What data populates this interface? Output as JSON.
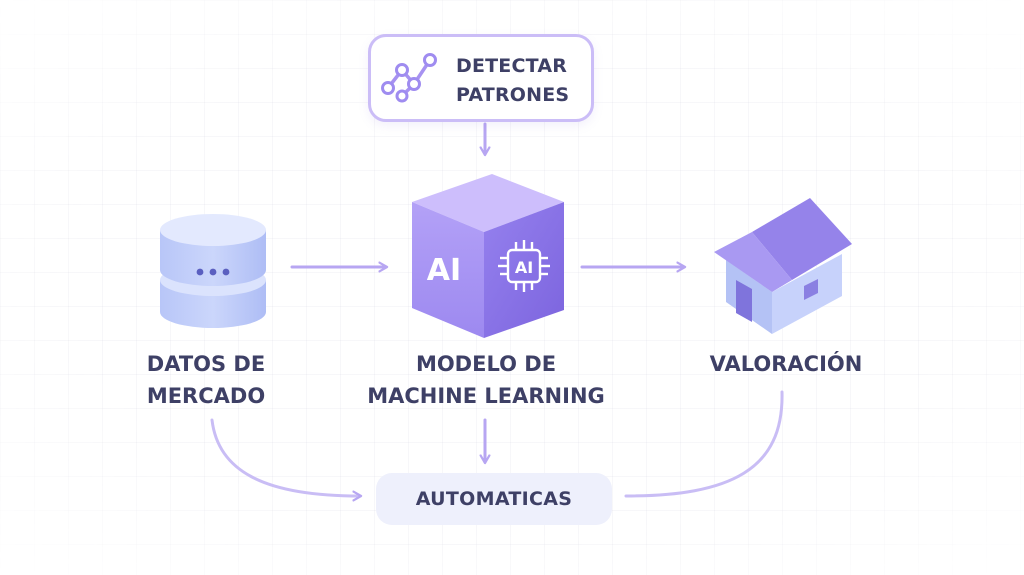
{
  "diagram": {
    "nodes": {
      "patterns": {
        "label": "DETECTAR\nPATRONES",
        "icon": "network-graph-icon"
      },
      "data": {
        "label": "DATOS DE\nMERCADO",
        "icon": "database-icon"
      },
      "model": {
        "label": "MODELO DE\nMACHINE LEARNING",
        "icon": "ai-cube-icon",
        "cube_text_left": "AI",
        "cube_text_right": "AI"
      },
      "valuation": {
        "label": "VALORACIÓN",
        "icon": "house-icon"
      },
      "automatic": {
        "label": "AUTOMATICAS"
      }
    },
    "edges": [
      {
        "from": "patterns",
        "to": "model"
      },
      {
        "from": "data",
        "to": "model"
      },
      {
        "from": "model",
        "to": "valuation"
      },
      {
        "from": "model",
        "to": "automatic"
      },
      {
        "from": "data",
        "to": "automatic"
      },
      {
        "from": "valuation",
        "to": "automatic"
      }
    ],
    "colors": {
      "accent": "#9f8cf0",
      "arrow": "#b7a6f2",
      "text": "#3e4066",
      "cube_top": "#c8b8fb",
      "cube_left": "#a995f4",
      "cube_right": "#8a73e6",
      "database": "#c7d3fb",
      "house_roof": "#9a86ec",
      "house_wall": "#bcc9f8"
    }
  }
}
